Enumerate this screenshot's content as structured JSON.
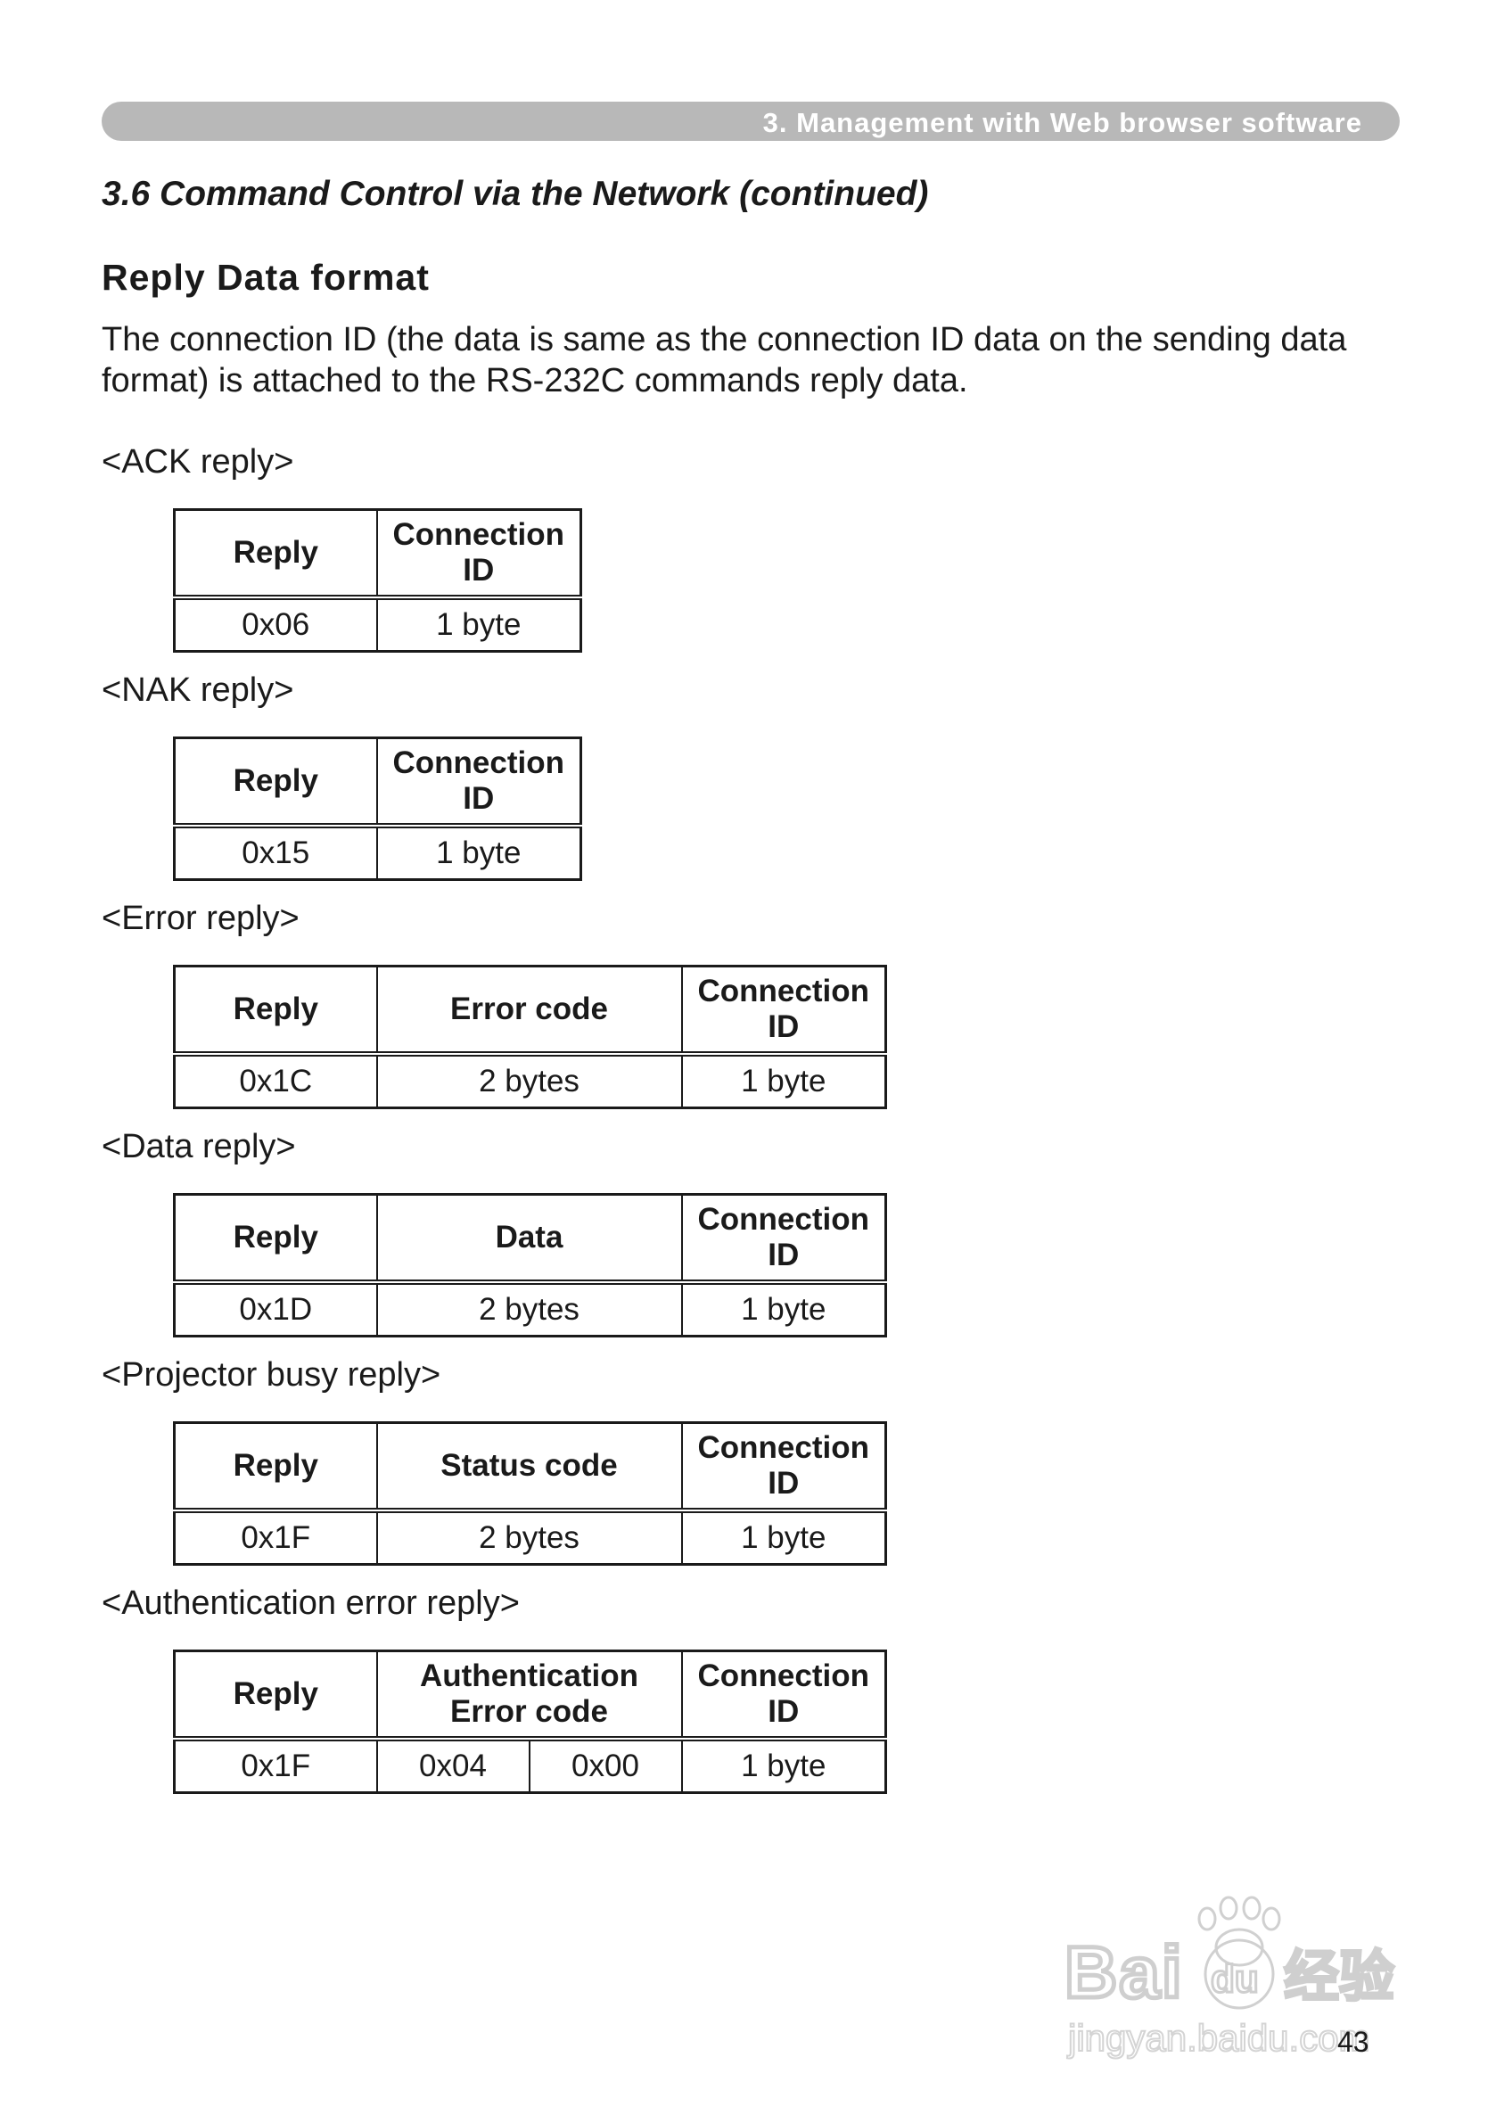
{
  "header": {
    "title": "3. Management with Web browser software"
  },
  "section_title": "3.6 Command Control via the Network (continued)",
  "subheading": "Reply Data format",
  "intro": "The connection ID (the data is same as the connection ID data on the sending data format) is attached to the RS-232C commands reply data.",
  "ack": {
    "label": "<ACK reply>",
    "headers": [
      "Reply",
      "Connection ID"
    ],
    "values": [
      "0x06",
      "1 byte"
    ]
  },
  "nak": {
    "label": "<NAK reply>",
    "headers": [
      "Reply",
      "Connection ID"
    ],
    "values": [
      "0x15",
      "1 byte"
    ]
  },
  "error": {
    "label": "<Error reply>",
    "headers": [
      "Reply",
      "Error code",
      "Connection ID"
    ],
    "values": [
      "0x1C",
      "2 bytes",
      "1 byte"
    ]
  },
  "data_reply": {
    "label": "<Data reply>",
    "headers": [
      "Reply",
      "Data",
      "Connection ID"
    ],
    "values": [
      "0x1D",
      "2 bytes",
      "1 byte"
    ]
  },
  "busy": {
    "label": "<Projector busy reply>",
    "headers": [
      "Reply",
      "Status code",
      "Connection ID"
    ],
    "values": [
      "0x1F",
      "2 bytes",
      "1 byte"
    ]
  },
  "auth": {
    "label": "<Authentication error reply>",
    "headers": [
      "Reply",
      "Authentication Error code",
      "Connection ID"
    ],
    "values": [
      "0x1F",
      "0x04",
      "0x00",
      "1 byte"
    ]
  },
  "page_number": "43",
  "watermark": {
    "brand": "Bai du 经验",
    "url": "jingyan.baidu.com"
  }
}
